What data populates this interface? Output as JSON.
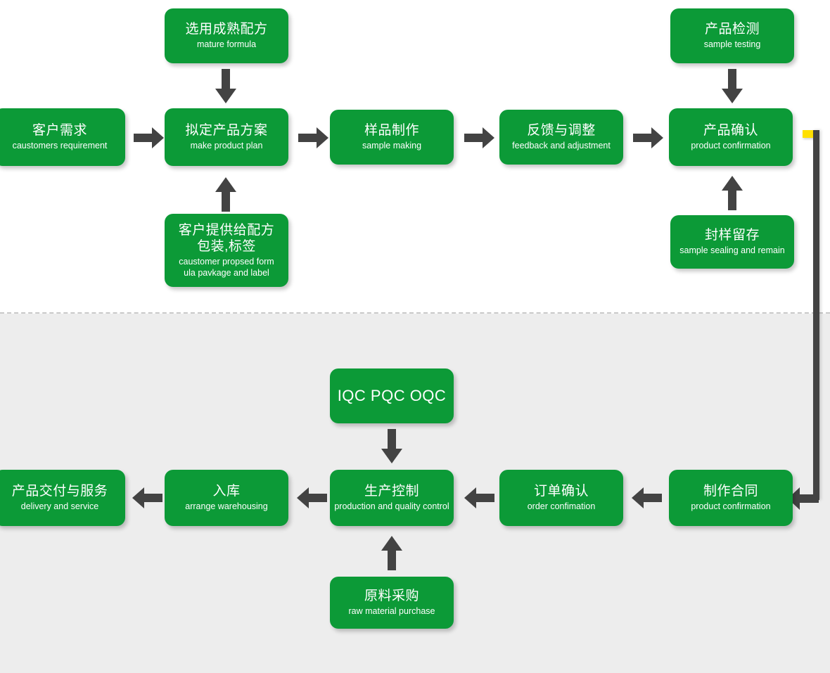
{
  "diagram": {
    "title": "Product Development and Production Flow",
    "colors": {
      "node_green": "#0c9a37",
      "arrow_gray": "#434343",
      "accent_yellow": "#ffe000",
      "band_top_bg": "#ffffff",
      "band_bottom_bg": "#ededed",
      "divider": "#c9c9c9",
      "node_text": "#ffffff"
    },
    "bands": {
      "top_label": "design-and-sampling-phase",
      "bottom_label": "order-and-production-phase"
    }
  },
  "nodes": {
    "mature_formula": {
      "cn": "选用成熟配方",
      "en": "mature formula"
    },
    "customer_requirement": {
      "cn": "客户需求",
      "en": "caustomers requirement"
    },
    "make_product_plan": {
      "cn": "拟定产品方案",
      "en": "make product plan"
    },
    "customer_provided": {
      "cn": "客户提供给配方\n包装,标签",
      "en": "caustomer propsed form\nula pavkage and label"
    },
    "sample_making": {
      "cn": "样品制作",
      "en": "sample making"
    },
    "feedback_adjustment": {
      "cn": "反馈与调整",
      "en": "feedback and adjustment"
    },
    "sample_testing": {
      "cn": "产品检测",
      "en": "sample testing"
    },
    "product_confirmation": {
      "cn": "产品确认",
      "en": "product confirmation"
    },
    "sample_sealing": {
      "cn": "封样留存",
      "en": "sample sealing and remain"
    },
    "iqc_pqc_oqc": {
      "cn": "IQC PQC OQC",
      "en": ""
    },
    "production_control": {
      "cn": "生产控制",
      "en": "production and quality control"
    },
    "warehousing": {
      "cn": "入库",
      "en": "arrange warehousing"
    },
    "delivery_service": {
      "cn": "产品交付与服务",
      "en": "delivery and service"
    },
    "order_confirmation": {
      "cn": "订单确认",
      "en": "order confimation"
    },
    "make_contract": {
      "cn": "制作合同",
      "en": "product confirmation"
    },
    "raw_material_purchase": {
      "cn": "原料采购",
      "en": "raw material purchase"
    }
  },
  "flow": {
    "top_sequence": [
      "customer_requirement",
      "make_product_plan",
      "sample_making",
      "feedback_adjustment",
      "product_confirmation"
    ],
    "bottom_sequence": [
      "make_contract",
      "order_confirmation",
      "production_control",
      "warehousing",
      "delivery_service"
    ],
    "feeders": [
      {
        "from": "mature_formula",
        "to": "make_product_plan",
        "direction": "down"
      },
      {
        "from": "customer_provided",
        "to": "make_product_plan",
        "direction": "up"
      },
      {
        "from": "sample_testing",
        "to": "product_confirmation",
        "direction": "down"
      },
      {
        "from": "sample_sealing",
        "to": "product_confirmation",
        "direction": "up"
      },
      {
        "from": "iqc_pqc_oqc",
        "to": "production_control",
        "direction": "down"
      },
      {
        "from": "raw_material_purchase",
        "to": "production_control",
        "direction": "up"
      }
    ],
    "cross_band": {
      "from": "product_confirmation",
      "to": "make_contract",
      "accent": "yellow"
    }
  }
}
